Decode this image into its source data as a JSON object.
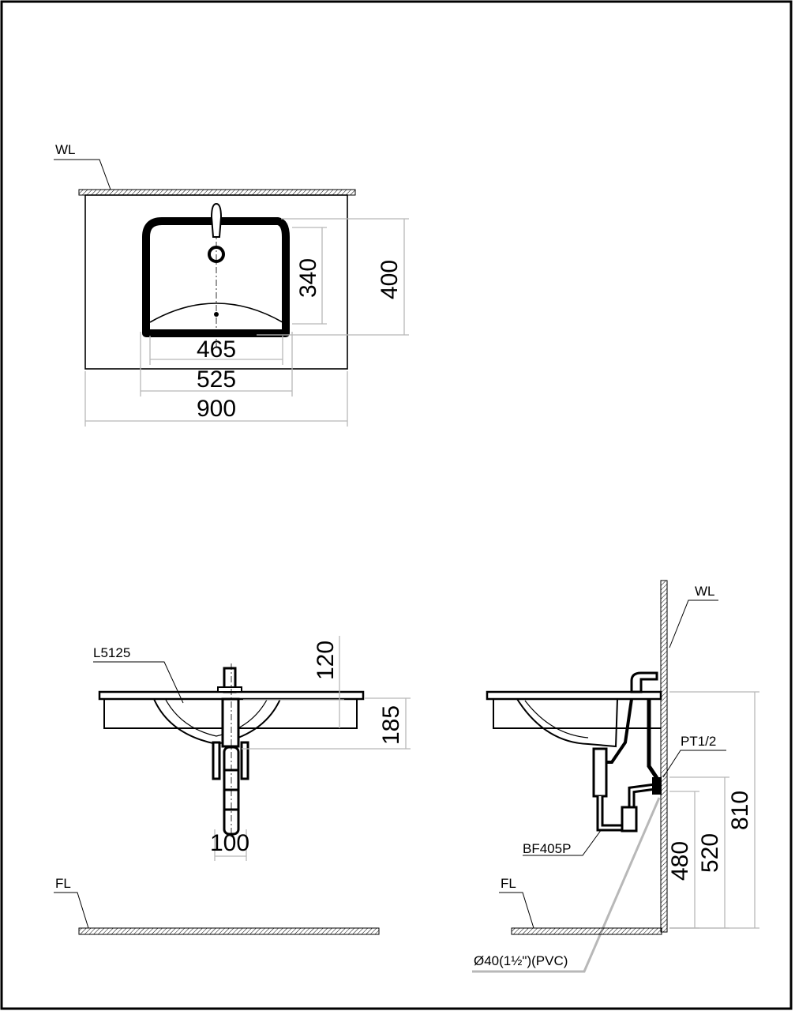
{
  "top_view": {
    "wall_label": "WL",
    "dim_465": "465",
    "dim_525": "525",
    "dim_900": "900",
    "dim_340": "340",
    "dim_400": "400"
  },
  "front_view": {
    "model_label": "L5125",
    "dim_120": "120",
    "dim_185": "185",
    "dim_100": "100",
    "floor_label": "FL"
  },
  "side_view": {
    "wall_label": "WL",
    "supply_label": "PT1/2",
    "trap_label": "BF405P",
    "drain_label": "Ø40(1½\")(PVC)",
    "floor_label": "FL",
    "dim_480": "480",
    "dim_520": "520",
    "dim_810": "810"
  }
}
